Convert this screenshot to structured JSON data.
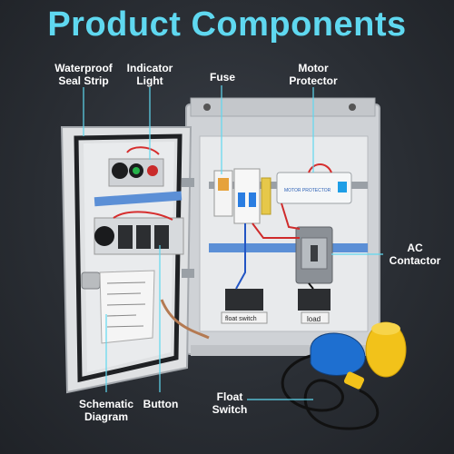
{
  "title": "Product Components",
  "labels": {
    "waterproof_seal_strip": [
      "Waterproof",
      "Seal Strip"
    ],
    "indicator_light": [
      "Indicator",
      "Light"
    ],
    "fuse": [
      "Fuse"
    ],
    "motor_protector": [
      "Motor",
      "Protector"
    ],
    "ac_contactor": [
      "AC",
      "Contactor"
    ],
    "schematic_diagram": [
      "Schematic",
      "Diagram"
    ],
    "button": [
      "Button"
    ],
    "float_switch": [
      "Float",
      "Switch"
    ]
  },
  "device_text": {
    "motor_protector_plate": "MOTOR PROTECTOR",
    "terminal_left": "float switch",
    "terminal_right": "load"
  },
  "colors": {
    "title": "#5fd8f0",
    "callout_line": "#5fd8f0",
    "cabinet": "#d9dcdf",
    "float_body": "#1e6fd0",
    "float_cap": "#f2c21a"
  }
}
